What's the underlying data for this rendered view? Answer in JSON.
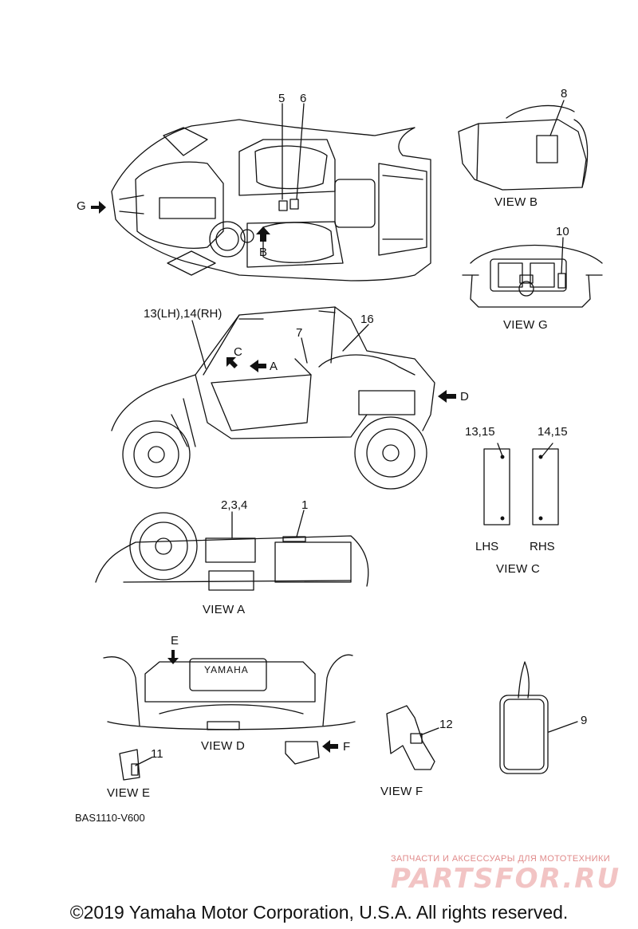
{
  "callouts": {
    "c5": "5",
    "c6": "6",
    "c8": "8",
    "c10": "10",
    "c7": "7",
    "c16": "16",
    "c13_14": "13(LH),14(RH)",
    "c2_3_4": "2,3,4",
    "c1": "1",
    "c13_15": "13,15",
    "c14_15": "14,15",
    "c9": "9",
    "c11": "11",
    "c12": "12"
  },
  "view_letters": {
    "G": "G",
    "B": "B",
    "C": "C",
    "A": "A",
    "D": "D",
    "E": "E",
    "F": "F"
  },
  "views": {
    "b": "VIEW B",
    "g": "VIEW G",
    "a": "VIEW A",
    "c": "VIEW C",
    "d": "VIEW D",
    "e": "VIEW E",
    "f": "VIEW F"
  },
  "sides": {
    "lhs": "LHS",
    "rhs": "RHS"
  },
  "grille_brand": "YAMAHA",
  "diagram_code": "BAS1110-V600",
  "watermark": {
    "tagline": "ЗАПЧАСТИ И АКСЕССУАРЫ ДЛЯ МОТОТЕХНИКИ",
    "brand": "PARTSFOR.RU"
  },
  "copyright": "©2019 Yamaha Motor Corporation, U.S.A. All rights reserved."
}
